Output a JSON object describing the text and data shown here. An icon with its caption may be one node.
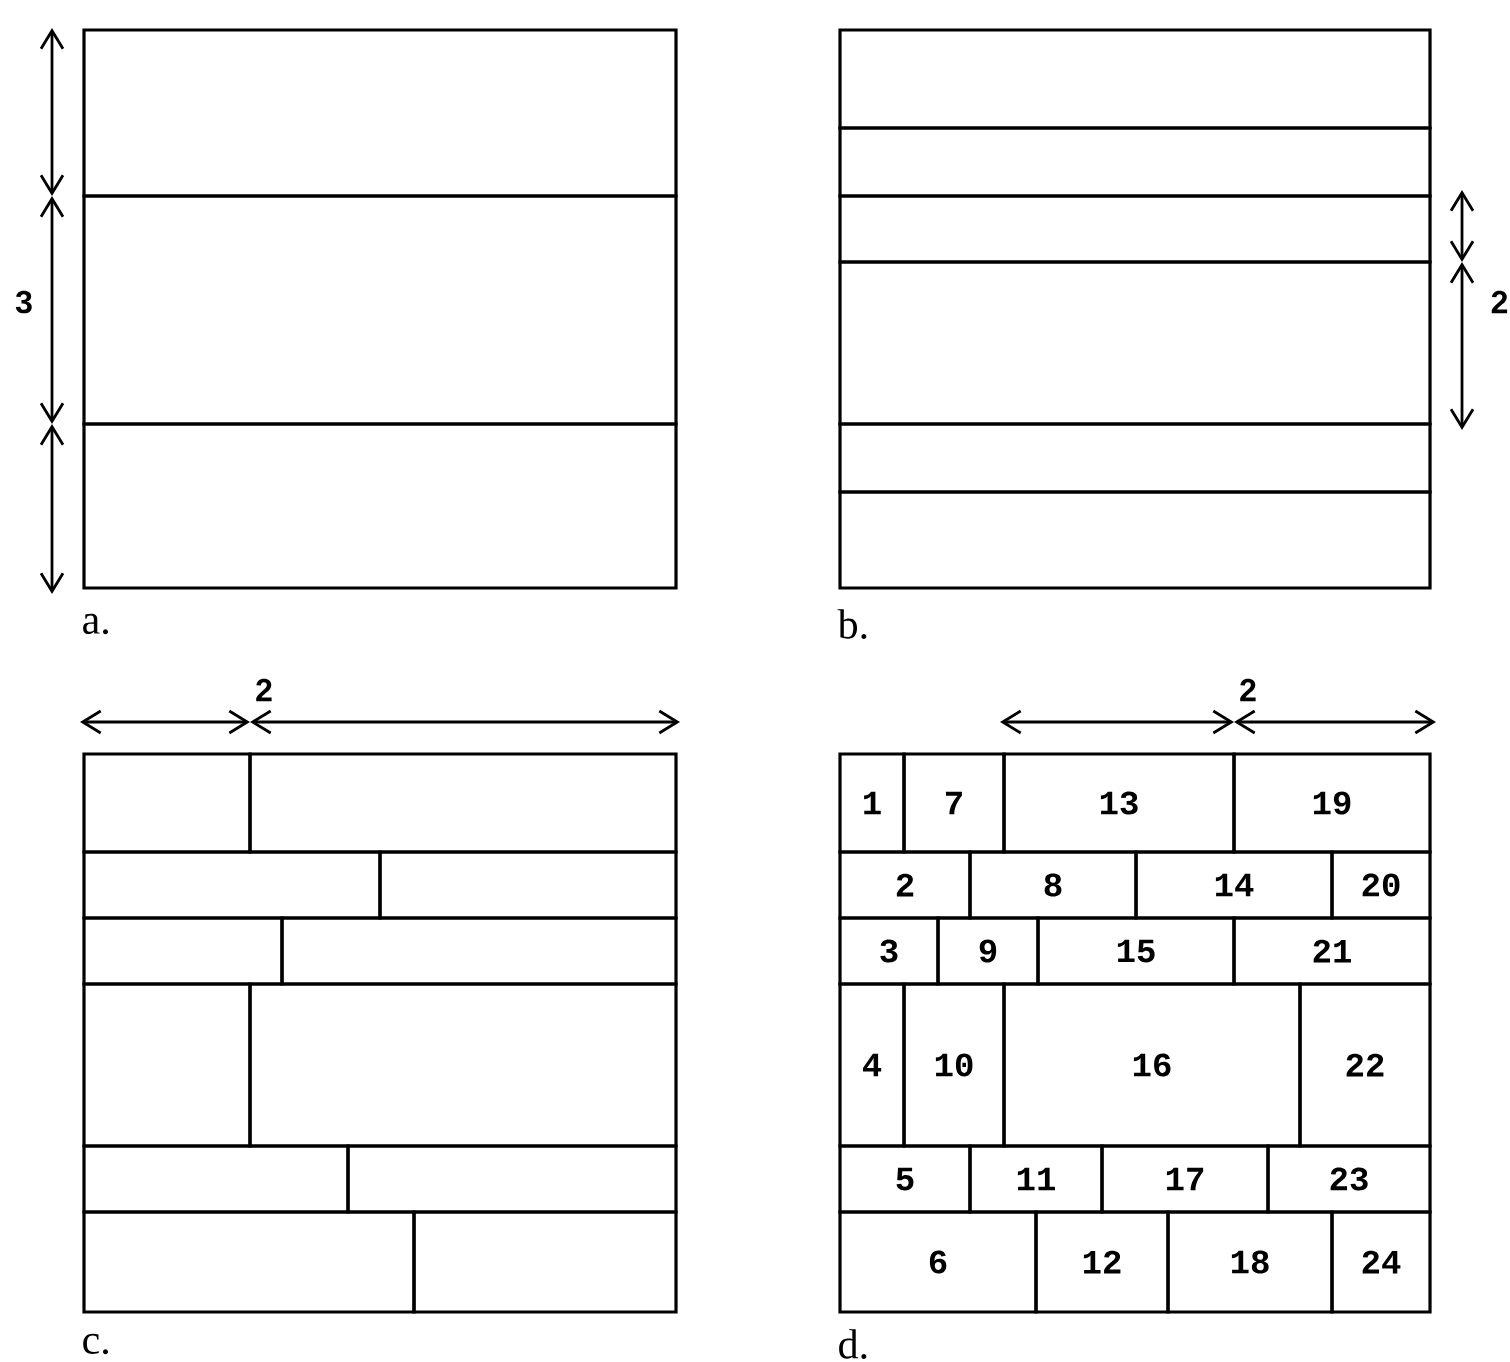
{
  "diagram": {
    "labels": [
      "3",
      "2",
      "a.",
      "b.",
      "2",
      "2",
      "1",
      "7",
      "13",
      "19",
      "2",
      "8",
      "14",
      "20",
      "3",
      "9",
      "15",
      "21",
      "4",
      "10",
      "16",
      "22",
      "5",
      "11",
      "17",
      "23",
      "6",
      "12",
      "18",
      "24",
      "c.",
      "d."
    ]
  }
}
